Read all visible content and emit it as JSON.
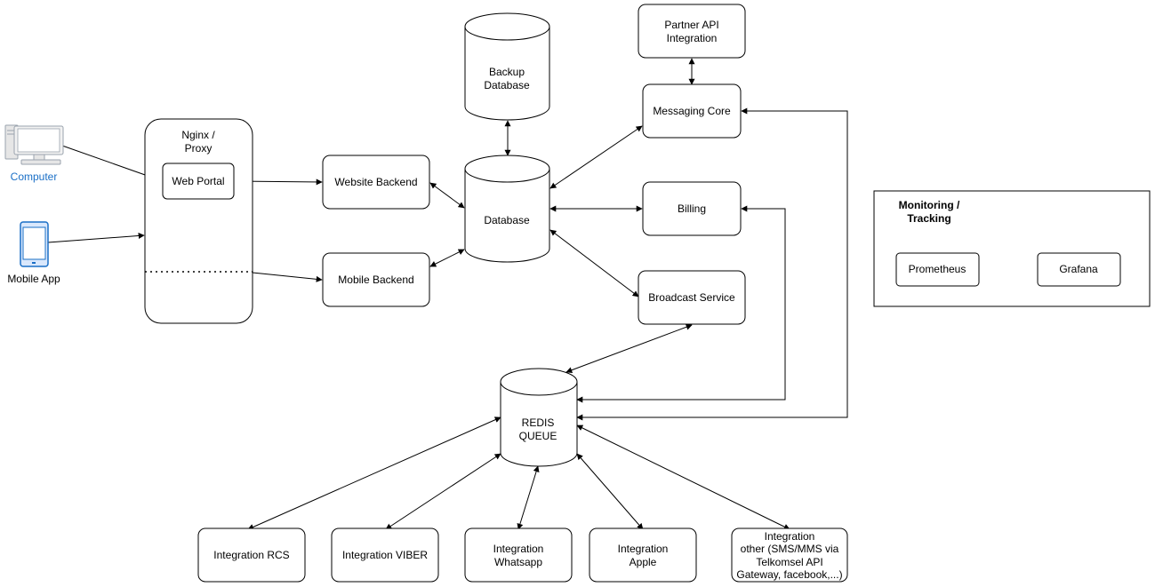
{
  "labels": {
    "computer": "Computer",
    "mobile_app": "Mobile App",
    "nginx_line1": "Nginx /",
    "nginx_line2": "Proxy",
    "web_portal": "Web Portal",
    "website_backend": "Website Backend",
    "mobile_backend": "Mobile Backend",
    "backup_db_line1": "Backup",
    "backup_db_line2": "Database",
    "database": "Database",
    "partner_api_line1": "Partner API",
    "partner_api_line2": "Integration",
    "messaging_core": "Messaging Core",
    "billing": "Billing",
    "broadcast_service": "Broadcast Service",
    "redis_line1": "REDIS",
    "redis_line2": "QUEUE",
    "integration_rcs": "Integration RCS",
    "integration_viber": "Integration VIBER",
    "integration_whatsapp_line1": "Integration",
    "integration_whatsapp_line2": "Whatsapp",
    "integration_apple_line1": "Integration",
    "integration_apple_line2": "Apple",
    "integration_other_line1": "Integration",
    "integration_other_line2": "other  (SMS/MMS via",
    "integration_other_line3": "Telkomsel API",
    "integration_other_line4": "Gateway, facebook,...)",
    "monitoring_line1": "Monitoring /",
    "monitoring_line2": "Tracking",
    "prometheus": "Prometheus",
    "grafana": "Grafana"
  },
  "colors": {
    "stroke": "#000000",
    "device_blue": "#1a6fc6",
    "device_fill": "#dae8fc",
    "computer_gray": "#9aa3ad"
  }
}
